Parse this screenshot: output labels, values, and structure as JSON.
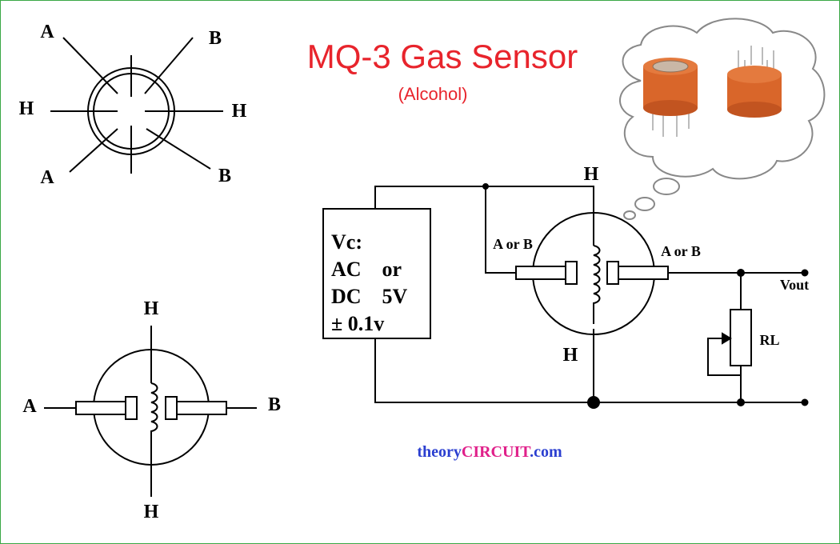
{
  "title": "MQ-3 Gas Sensor",
  "subtitle": "(Alcohol)",
  "pin_view": {
    "top_left": "A",
    "top_right": "B",
    "left": "H",
    "right": "H",
    "bottom_left": "A",
    "bottom_right": "B"
  },
  "symbol_view": {
    "top": "H",
    "bottom": "H",
    "left": "A",
    "right": "B"
  },
  "circuit": {
    "supply_lines": [
      "Vc:",
      "AC    or",
      "DC    5V",
      "± 0.1v"
    ],
    "top_heater": "H",
    "bottom_heater": "H",
    "left_electrode": "A or B",
    "right_electrode": "A or B",
    "load_resistor": "RL",
    "output": "Vout"
  },
  "credit": {
    "part1": "theory",
    "part2": "CIRCUIT",
    "part3": ".com"
  },
  "colors": {
    "title": "#e8242c",
    "frame": "#3aa845",
    "credit_blue": "#2b3fd0",
    "credit_magenta": "#e0208a",
    "sensor_body": "#d9662a"
  }
}
